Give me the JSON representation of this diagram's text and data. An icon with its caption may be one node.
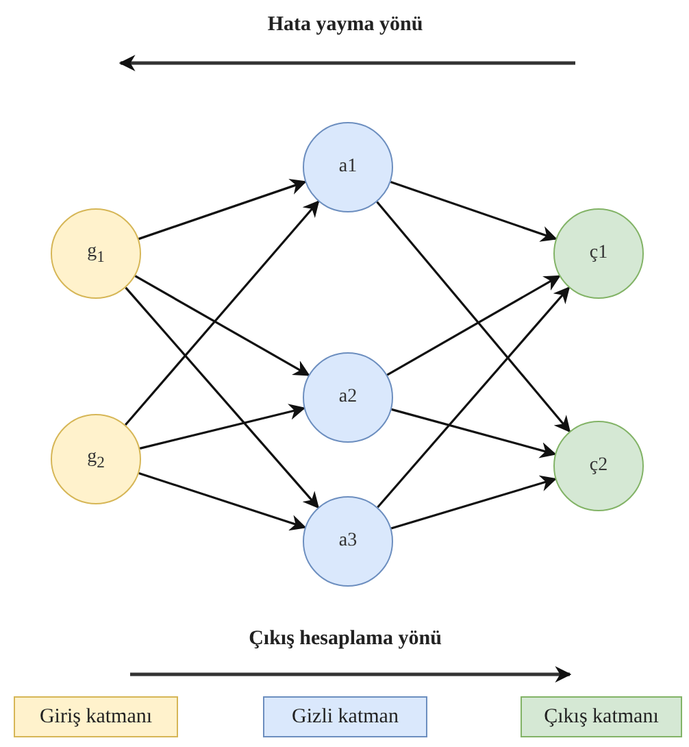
{
  "diagram": {
    "nodes": [
      {
        "text": [
          "g$_{1}$"
        ]
      },
      {
        "text": [
          "g$_{2}$"
        ]
      },
      {
        "text": [
          "a1"
        ]
      },
      {
        "text": [
          "a2"
        ]
      },
      {
        "text": [
          "a3"
        ]
      },
      {
        "text": [
          "ç1"
        ]
      },
      {
        "text": [
          "ç2"
        ]
      }
    ],
    "edges": [
      {
        "from": 0,
        "to": 2,
        "arrow": "to"
      },
      {
        "from": 0,
        "to": 3,
        "arrow": "to"
      },
      {
        "from": 0,
        "to": 4,
        "arrow": "to"
      },
      {
        "from": 1,
        "to": 2,
        "arrow": "to"
      },
      {
        "from": 1,
        "to": 3,
        "arrow": "to"
      },
      {
        "from": 1,
        "to": 4,
        "arrow": "to"
      },
      {
        "from": 2,
        "to": 5,
        "arrow": "to"
      },
      {
        "from": 2,
        "to": 6,
        "arrow": "to"
      },
      {
        "from": 3,
        "to": 5,
        "arrow": "to"
      },
      {
        "from": 3,
        "to": 6,
        "arrow": "to"
      },
      {
        "from": 4,
        "to": 5,
        "arrow": "to"
      },
      {
        "from": 4,
        "to": 6,
        "arrow": "to"
      }
    ],
    "labels": [
      "Hata yayma yönü",
      "Çıkış hesaplama yönü"
    ],
    "legend": [
      {
        "text": "Giriş katmanı",
        "color": "#fff2cc"
      },
      {
        "text": "Gizli katman",
        "color": "#dae8fc"
      },
      {
        "text": "Çıkış katmanı",
        "color": "#d5e8d4"
      }
    ]
  }
}
